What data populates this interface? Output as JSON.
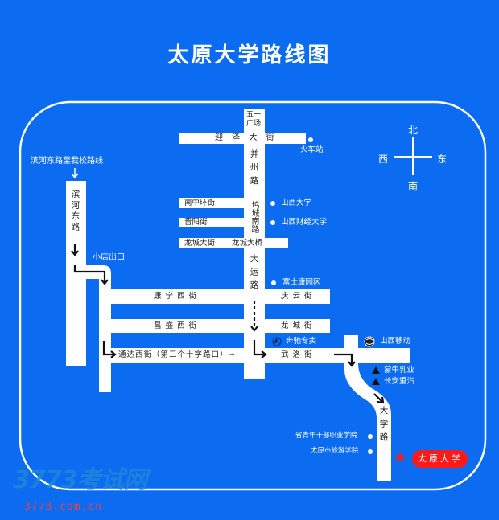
{
  "title": "太原大学路线图",
  "colors": {
    "background": "#0b6cf2",
    "road": "#ffffff",
    "destination": "#ff1a1a"
  },
  "compass": {
    "north": "北",
    "south": "南",
    "west": "西",
    "east": "东"
  },
  "route_caption": "滨河东路至我校路线",
  "roads": {
    "wuyi_square": [
      "五一",
      "广场"
    ],
    "yingze": "迎 泽 大 街",
    "bingzhou": "并州路",
    "wucheng_south": "坞城南路",
    "dayun": "大运路",
    "nanzhonghuan": "南中环街",
    "jinyang": "晋阳街",
    "longcheng_st": "龙城大街",
    "longcheng_bridge": "龙城大桥",
    "binhe_east": "滨河东路",
    "kangning_west": "康宁西街",
    "qingyun": "庆云街",
    "changsheng_west": "昌盛西街",
    "longcheng": "龙城街",
    "tongda_west": "通达西街（第三个十字路口）→",
    "wuluo": "武洛街",
    "daxue": "大学路"
  },
  "landmarks": {
    "train_station": "火车站",
    "shanxi_univ": "山西大学",
    "shanxi_finance_univ": "山西财经大学",
    "xiaodian_exit": "小店出口",
    "foxconn": "富士康园区",
    "benz": "奔驰专卖",
    "china_mobile": "山西移动",
    "mengniu": "蒙牛乳业",
    "changan": "长安重汽",
    "youth_cadre_college": "省青年干部职业学院",
    "tourism_college": "太原市旅游学院",
    "destination": "太原大学"
  },
  "watermark": {
    "logo": "3773考试网",
    "url": "3773.com.cn"
  }
}
